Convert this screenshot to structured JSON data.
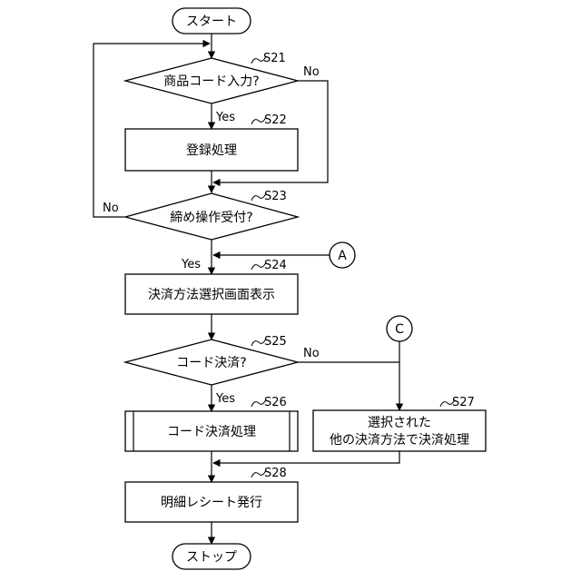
{
  "nodes": {
    "start": "スタート",
    "s21": "商品コード入力?",
    "s22": "登録処理",
    "s23": "締め操作受付?",
    "s24": "決済方法選択画面表示",
    "s25": "コード決済?",
    "s26": "コード決済処理",
    "s27_line1": "選択された",
    "s27_line2": "他の決済方法で決済処理",
    "s28": "明細レシート発行",
    "stop": "ストップ"
  },
  "step_labels": {
    "s21": "S21",
    "s22": "S22",
    "s23": "S23",
    "s24": "S24",
    "s25": "S25",
    "s26": "S26",
    "s27": "S27",
    "s28": "S28"
  },
  "connectors": {
    "a": "A",
    "c": "C"
  },
  "edge_labels": {
    "s21_yes": "Yes",
    "s21_no": "No",
    "s23_yes": "Yes",
    "s23_no": "No",
    "s25_yes": "Yes",
    "s25_no": "No"
  }
}
